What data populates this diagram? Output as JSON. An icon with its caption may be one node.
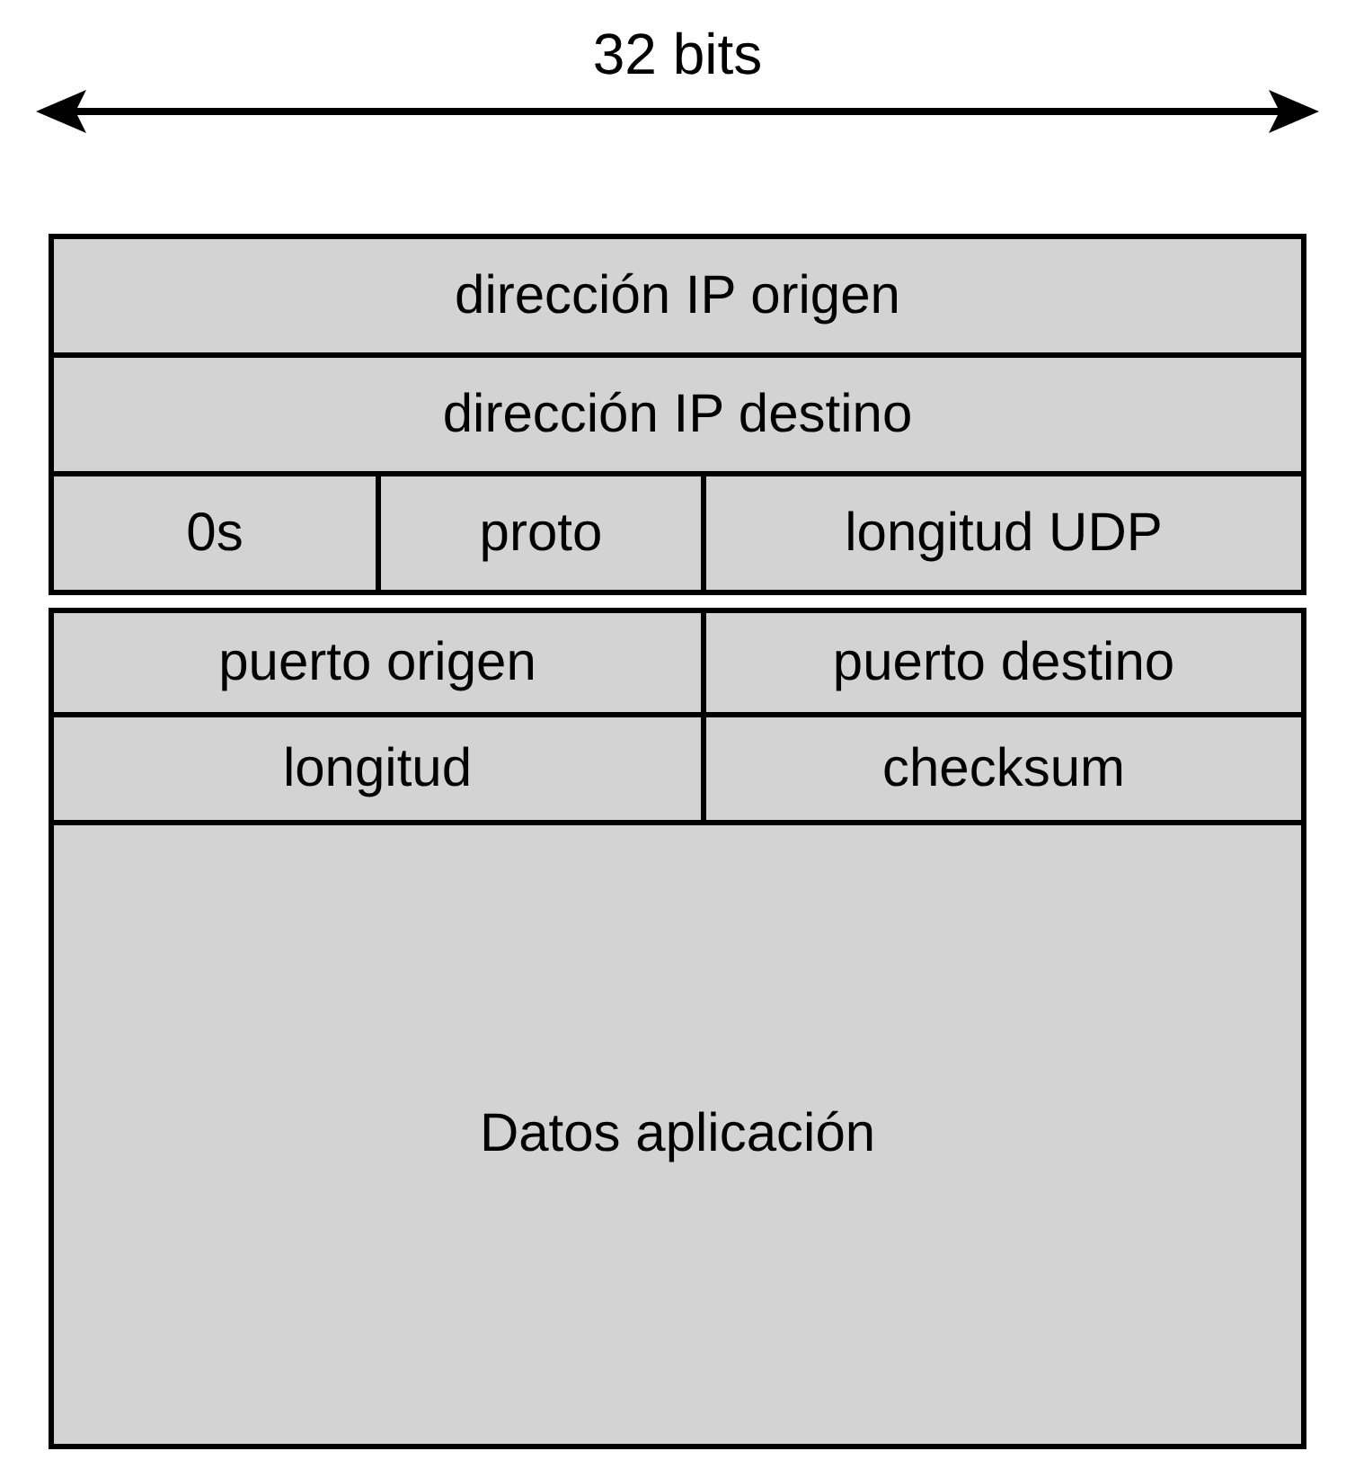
{
  "diagram": {
    "nodes": [
      {
        "text": [
          "dirección IP origen"
        ]
      },
      {
        "text": [
          "dirección IP destino"
        ]
      },
      {
        "text": [
          "0s"
        ]
      },
      {
        "text": [
          "proto"
        ]
      },
      {
        "text": [
          "longitud UDP"
        ]
      },
      {
        "text": [
          "puerto origen"
        ]
      },
      {
        "text": [
          "puerto destino"
        ]
      },
      {
        "text": [
          "longitud"
        ]
      },
      {
        "text": [
          "checksum"
        ]
      },
      {
        "text": [
          "Datos aplicación"
        ]
      }
    ],
    "labels": [
      "32 bits"
    ]
  }
}
